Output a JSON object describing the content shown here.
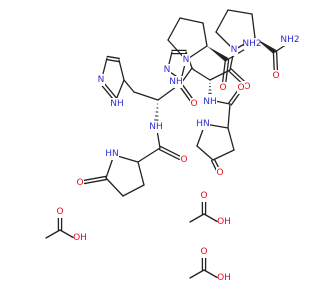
{
  "diagram": {
    "type": "chemical-structure",
    "colors": {
      "bond": "#222222",
      "N": "#2f2fd6",
      "O": "#e8111a",
      "C": "#222222",
      "background": "#ffffff"
    },
    "molecules": [
      {
        "id": "trh-left",
        "labels": {
          "n_imid_1": "N",
          "nh_imid": "NH",
          "n_pro": "N",
          "nh2": "NH2",
          "o_pro": "O",
          "nh_amide": "NH",
          "o_amide": "O",
          "nh_pyro": "HN",
          "o_pyro": "O"
        }
      },
      {
        "id": "trh-right",
        "labels": {
          "n_imid_1": "N",
          "nh_imid": "NH",
          "n_pro": "N",
          "nh2": "NH2",
          "o_pro": "O",
          "nh_amide": "NH",
          "o_amide": "O",
          "nh_pyro": "HN",
          "o_pyro": "O"
        }
      }
    ],
    "acetic_acids": [
      {
        "id": "acetate-1",
        "labels": {
          "o_double": "O",
          "oh": "OH"
        }
      },
      {
        "id": "acetate-2",
        "labels": {
          "o_double": "O",
          "oh": "OH"
        }
      },
      {
        "id": "acetate-3",
        "labels": {
          "o_double": "O",
          "oh": "OH"
        }
      }
    ]
  }
}
